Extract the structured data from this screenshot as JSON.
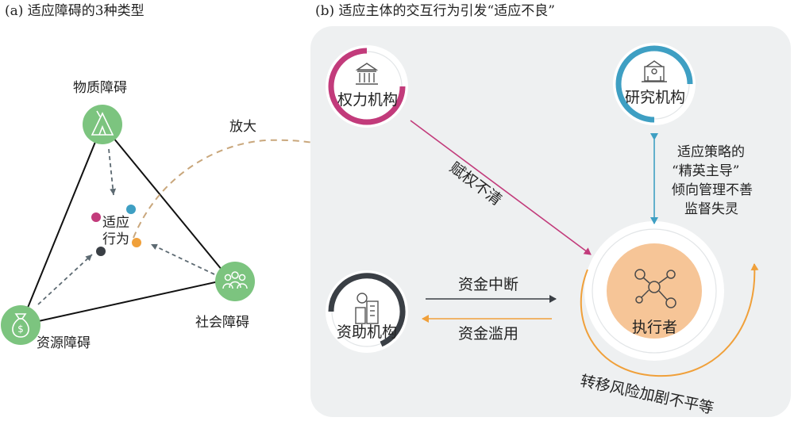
{
  "panel_a": {
    "title": "(a) 适应障碍的3种类型",
    "nodes": {
      "material": "物质障碍",
      "resource": "资源障碍",
      "social": "社会障碍"
    },
    "center_label_line1": "适应",
    "center_label_line2": "行为",
    "amplify_label": "放大"
  },
  "panel_b": {
    "title": "(b) 适应主体的交互行为引发“适应不良”",
    "nodes": {
      "power": "权力机构",
      "research": "研究机构",
      "funding": "资助机构",
      "executor": "执行者"
    },
    "edge_power": "赋权不清",
    "strategy_lines": [
      "适应策略的",
      "“精英主导”",
      "倾向管理不善",
      "监督失灵"
    ],
    "fund_cut": "资金中断",
    "fund_abuse": "资金滥用",
    "risk_transfer": "转移风险加剧不平等"
  },
  "colors": {
    "green": "#7cc47f",
    "magenta": "#c23b7b",
    "blue": "#3e9fc3",
    "orange": "#f0a03a",
    "dark": "#3a3f45",
    "panel_bg": "#eef0f1",
    "executor_fill": "#f6c597"
  },
  "icons": {
    "material": "tent-icon",
    "resource": "money-bag-icon",
    "social": "people-icon",
    "power": "bank-building-icon",
    "research": "university-building-icon",
    "funding": "coin-building-icon",
    "executor": "network-people-icon"
  }
}
